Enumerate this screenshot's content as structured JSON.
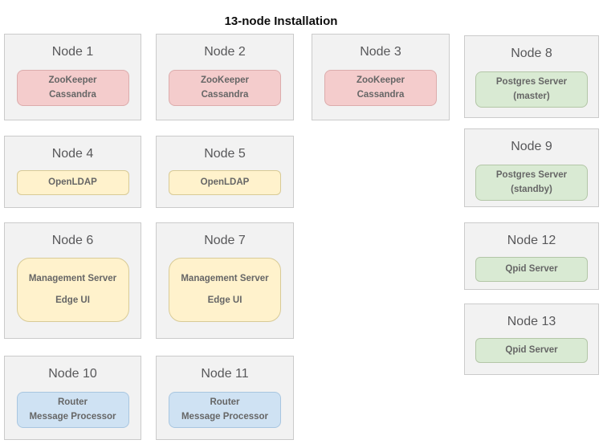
{
  "page": {
    "title": "13-node Installation"
  },
  "palette": {
    "zookeeper_cassandra_bg": "#f4cccc",
    "ldap_management_bg": "#fff2cc",
    "postgres_qpid_bg": "#d9ead3",
    "router_processor_bg": "#cfe2f3",
    "node_box_bg": "#f2f2f2",
    "node_box_border": "#cbcbcb",
    "service_text": "#666666",
    "node_title_text": "#58585a"
  },
  "nodes": [
    {
      "name": "Node 1",
      "services": [
        "ZooKeeper",
        "Cassandra"
      ]
    },
    {
      "name": "Node 2",
      "services": [
        "ZooKeeper",
        "Cassandra"
      ]
    },
    {
      "name": "Node 3",
      "services": [
        "ZooKeeper",
        "Cassandra"
      ]
    },
    {
      "name": "Node 4",
      "services": [
        "OpenLDAP"
      ]
    },
    {
      "name": "Node 5",
      "services": [
        "OpenLDAP"
      ]
    },
    {
      "name": "Node 6",
      "services": [
        "Management Server",
        "Edge UI"
      ]
    },
    {
      "name": "Node 7",
      "services": [
        "Management Server",
        "Edge UI"
      ]
    },
    {
      "name": "Node 8",
      "services": [
        "Postgres Server",
        "(master)"
      ]
    },
    {
      "name": "Node 9",
      "services": [
        "Postgres Server",
        "(standby)"
      ]
    },
    {
      "name": "Node 10",
      "services": [
        "Router",
        "Message Processor"
      ]
    },
    {
      "name": "Node 11",
      "services": [
        "Router",
        "Message Processor"
      ]
    },
    {
      "name": "Node 12",
      "services": [
        "Qpid Server"
      ]
    },
    {
      "name": "Node 13",
      "services": [
        "Qpid Server"
      ]
    }
  ]
}
